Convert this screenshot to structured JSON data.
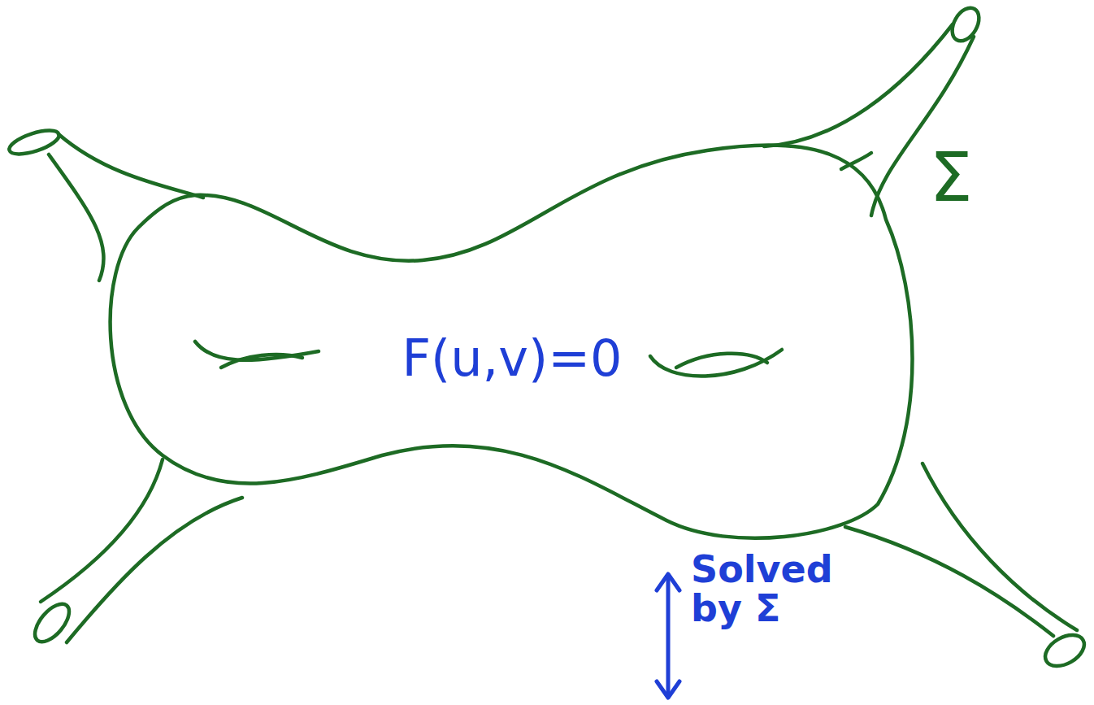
{
  "diagram": {
    "nodes": [
      {
        "text": [
          "F(u,v)=0"
        ]
      }
    ],
    "labels": [
      "Σ",
      "Solved by Σ"
    ]
  }
}
